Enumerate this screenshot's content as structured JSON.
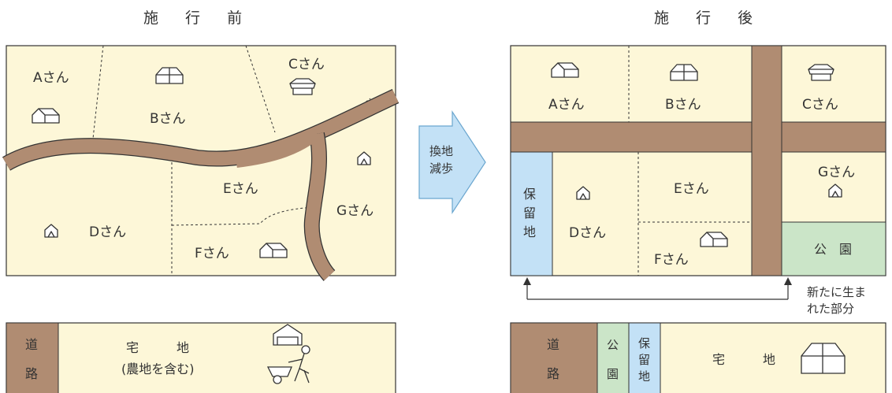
{
  "titles": {
    "before": "施 行 前",
    "after": "施 行 後"
  },
  "arrow": {
    "line1": "換地",
    "line2": "減歩"
  },
  "before": {
    "owners": {
      "a": "Aさん",
      "b": "Bさん",
      "c": "Cさん",
      "d": "Dさん",
      "e": "Eさん",
      "f": "Fさん",
      "g": "Gさん"
    }
  },
  "after": {
    "owners": {
      "a": "Aさん",
      "b": "Bさん",
      "c": "Cさん",
      "d": "Dさん",
      "e": "Eさん",
      "f": "Fさん",
      "g": "Gさん"
    },
    "reserve_land": [
      "保",
      "留",
      "地"
    ],
    "park": "公　園",
    "new_part": [
      "新たに生ま",
      "れた部分"
    ]
  },
  "legend_before": {
    "road": [
      "道",
      "路"
    ],
    "residential": "宅　　　地",
    "residential_note": "(農地を含む)"
  },
  "legend_after": {
    "road": [
      "道",
      "路"
    ],
    "park": [
      "公",
      "園"
    ],
    "reserve": [
      "保",
      "留",
      "地"
    ],
    "residential": "宅　　　地"
  },
  "colors": {
    "land": "#fdf7d8",
    "road": "#b08c72",
    "reserve": "#c3e1f6",
    "park": "#cbe5c8",
    "outline": "#333333"
  }
}
